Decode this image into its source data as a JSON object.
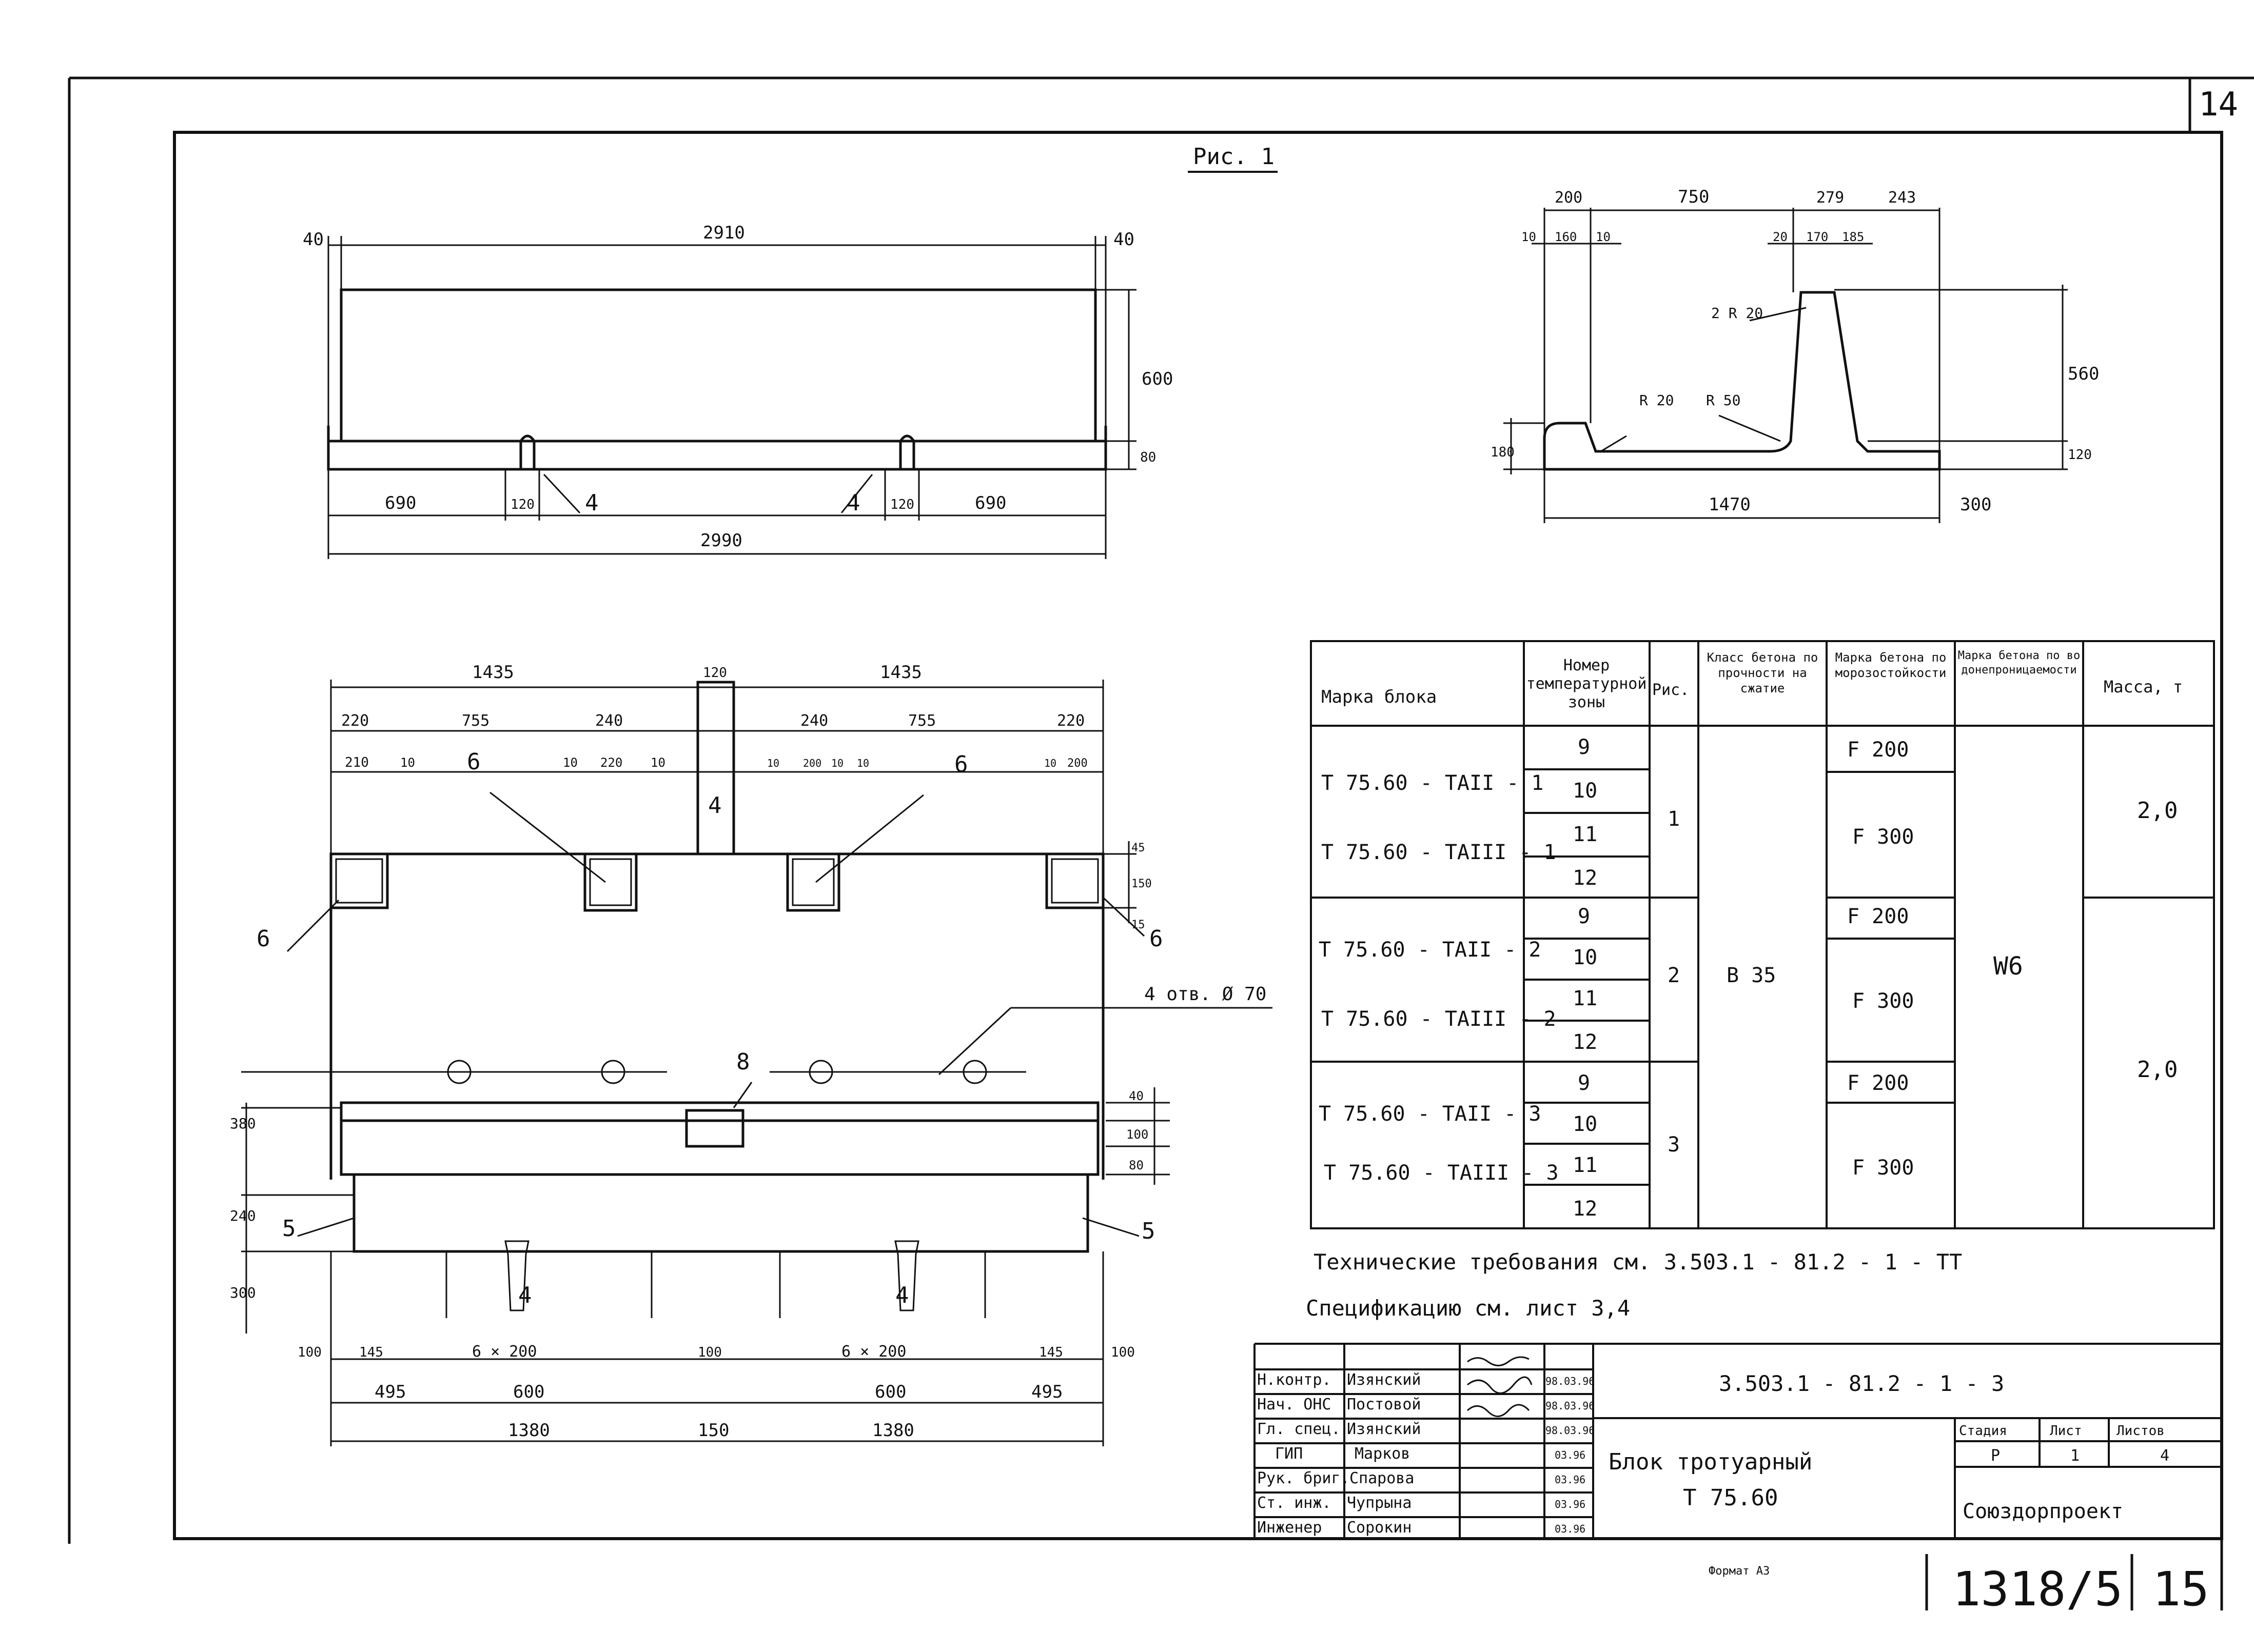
{
  "sheet": {
    "number": "14",
    "figure_label": "Рис. 1",
    "bottom_number": "1318/5",
    "bottom_page": "15",
    "format": "Формат А3"
  },
  "elevation": {
    "dims": {
      "overall": "2910",
      "total": "2990",
      "left_edge": "40",
      "right_edge": "40",
      "left": "690",
      "right": "690",
      "slot_l": "120",
      "slot_r": "120",
      "height": "600",
      "base": "80"
    },
    "callouts": [
      "4",
      "4"
    ]
  },
  "section": {
    "dims": {
      "d200": "200",
      "d750": "750",
      "d279": "279",
      "d243": "243",
      "d10a": "10",
      "d160": "160",
      "d10b": "10",
      "d20": "20",
      "d170": "170",
      "d185": "185",
      "r2r20": "2 R 20",
      "r20": "R 20",
      "r50": "R 50",
      "h180": "180",
      "h560": "560",
      "h120": "120",
      "w1470": "1470",
      "w300": "300"
    }
  },
  "plan": {
    "dims": {
      "top_l": "1435",
      "top_c": "120",
      "top_r": "1435",
      "s220a": "220",
      "s755a": "755",
      "s240a": "240",
      "s240b": "240",
      "s755b": "755",
      "s220b": "220",
      "s210": "210",
      "s10a": "10",
      "s10b": "10",
      "s220c": "220",
      "s10c": "10",
      "s10d": "10",
      "s200a": "200",
      "s10e": "10",
      "s10f": "10",
      "s10g": "10",
      "s200b": "200",
      "v45": "45",
      "v150": "150",
      "v15": "15",
      "v380": "380",
      "v240": "240",
      "v300": "300",
      "v40": "40",
      "v100": "100",
      "v80": "80",
      "b100a": "100",
      "b145": "145",
      "b6x200a": "6 × 200",
      "b100b": "100",
      "b6x200b": "6 × 200",
      "b145b": "145",
      "b100c": "100",
      "b495a": "495",
      "b600a": "600",
      "b600b": "600",
      "b495b": "495",
      "b1380a": "1380",
      "b150": "150",
      "b1380b": "1380"
    },
    "callouts": {
      "c6a": "6",
      "c6b": "6",
      "c6c": "6",
      "c6d": "6",
      "c4top": "4",
      "c4a": "4",
      "c4b": "4",
      "c5a": "5",
      "c5b": "5",
      "c8": "8",
      "holes": "4 отв. Ø 70"
    }
  },
  "table": {
    "headers": [
      "Марка блока",
      "Номер температурной зоны",
      "Рис.",
      "Класс бетона по прочности на сжатие",
      "Марка бетона по морозостойкости",
      "Марка бетона по водонепроницаемости",
      "Масса, т"
    ],
    "groups": [
      {
        "marks": [
          "Т 75.60 - ТАII - 1",
          "Т 75.60 - ТАIII - 1"
        ],
        "zones": [
          "9",
          "10",
          "11",
          "12"
        ],
        "fig": "1",
        "frost": [
          "F 200",
          "F 300"
        ],
        "mass": "2,0"
      },
      {
        "marks": [
          "Т 75.60 - ТАII - 2",
          "Т 75.60 - ТАIII - 2"
        ],
        "zones": [
          "9",
          "10",
          "11",
          "12"
        ],
        "fig": "2",
        "frost": [
          "F 200",
          "F 300"
        ],
        "mass": "2,0"
      },
      {
        "marks": [
          "Т 75.60 - ТАII - 3",
          "Т 75.60 - ТАIII - 3"
        ],
        "zones": [
          "9",
          "10",
          "11",
          "12"
        ],
        "fig": "3",
        "frost": [
          "F 200",
          "F 300"
        ],
        "mass": ""
      }
    ],
    "strength": "В 35",
    "water": "W6"
  },
  "notes": {
    "tech": "Технические требования см. 3.503.1 - 81.2 - 1 - ТТ",
    "spec": "Спецификацию см. лист 3,4"
  },
  "stamp": {
    "code": "3.503.1 - 81.2 - 1 - 3",
    "title1": "Блок тротуарный",
    "title2": "Т 75.60",
    "org": "Союздорпроект",
    "stage_h": "Стадия",
    "sheet_h": "Лист",
    "sheets_h": "Листов",
    "stage": "Р",
    "sheet": "1",
    "sheets": "4",
    "rows": [
      {
        "role": "Н.контр.",
        "name": "Изянский",
        "date": "98.03.96"
      },
      {
        "role": "Нач. ОНС",
        "name": "Постовой",
        "date": "98.03.96"
      },
      {
        "role": "Гл. спец.",
        "name": "Изянский",
        "date": "98.03.96"
      },
      {
        "role": "ГИП",
        "name": "Марков",
        "date": "03.96"
      },
      {
        "role": "Рук. бриг.",
        "name": "Спарова",
        "date": "03.96"
      },
      {
        "role": "Ст. инж.",
        "name": "Чупрына",
        "date": "03.96"
      },
      {
        "role": "Инженер",
        "name": "Сорокин",
        "date": "03.96"
      }
    ]
  }
}
